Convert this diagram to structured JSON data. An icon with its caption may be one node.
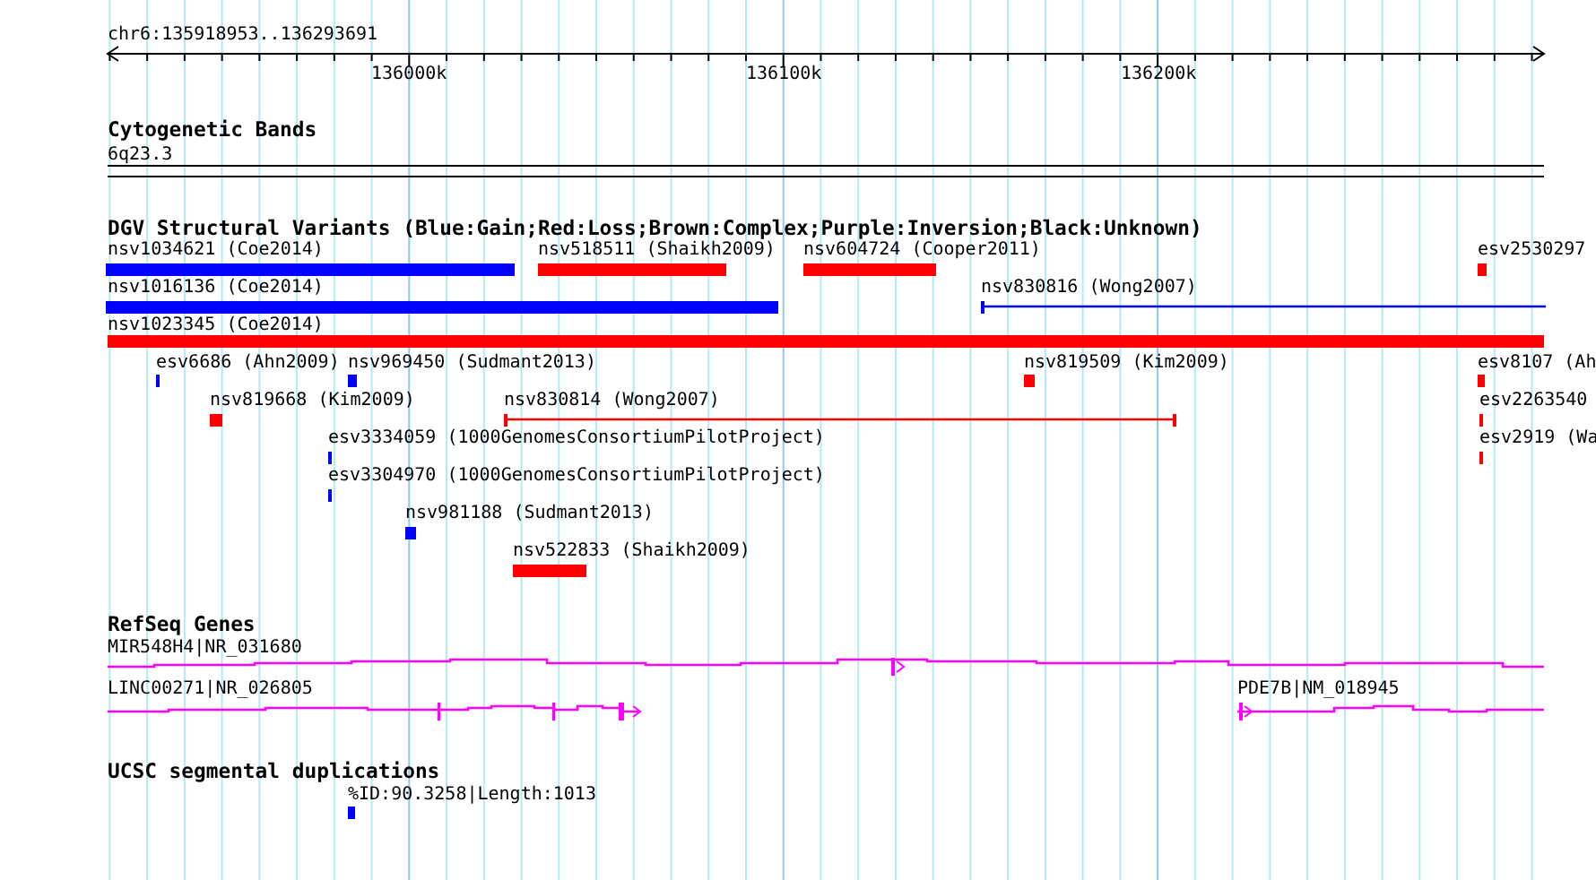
{
  "diagram": {
    "nodes": [
      {
        "text": [],
        "shape": "bar",
        "beside": [
          "6q23.3"
        ]
      },
      {
        "text": [],
        "shape": "bar",
        "beside": [
          "nsv1034621 (Coe2014)"
        ]
      },
      {
        "text": [],
        "shape": "bar",
        "beside": [
          "nsv518511 (Shaikh2009)"
        ]
      },
      {
        "text": [],
        "shape": "bar",
        "beside": [
          "nsv604724 (Cooper2011)"
        ]
      },
      {
        "text": [],
        "shape": "bar",
        "beside": [
          "esv2530297"
        ]
      },
      {
        "text": [],
        "shape": "bar",
        "beside": [
          "nsv1016136 (Coe2014)"
        ]
      },
      {
        "text": [],
        "shape": "line",
        "beside": [
          "nsv830816 (Wong2007)"
        ]
      },
      {
        "text": [],
        "shape": "bar",
        "beside": [
          "nsv1023345 (Coe2014)"
        ]
      },
      {
        "text": [],
        "shape": "bar",
        "beside": [
          "esv6686 (Ahn2009)"
        ]
      },
      {
        "text": [],
        "shape": "bar",
        "beside": [
          "nsv969450 (Sudmant2013)"
        ]
      },
      {
        "text": [],
        "shape": "bar",
        "beside": [
          "nsv819509 (Kim2009)"
        ]
      },
      {
        "text": [],
        "shape": "bar",
        "beside": [
          "esv8107 (Ah"
        ]
      },
      {
        "text": [],
        "shape": "bar",
        "beside": [
          "nsv819668 (Kim2009)"
        ]
      },
      {
        "text": [],
        "shape": "line",
        "beside": [
          "nsv830814 (Wong2007)"
        ]
      },
      {
        "text": [],
        "shape": "bar",
        "beside": [
          "esv2263540"
        ]
      },
      {
        "text": [],
        "shape": "bar",
        "beside": [
          "esv3334059 (1000GenomesConsortiumPilotProject)"
        ]
      },
      {
        "text": [],
        "shape": "bar",
        "beside": [
          "esv2919 (Wa"
        ]
      },
      {
        "text": [],
        "shape": "bar",
        "beside": [
          "esv3304970 (1000GenomesConsortiumPilotProject)"
        ]
      },
      {
        "text": [],
        "shape": "bar",
        "beside": [
          "nsv981188 (Sudmant2013)"
        ]
      },
      {
        "text": [],
        "shape": "bar",
        "beside": [
          "nsv522833 (Shaikh2009)"
        ]
      },
      {
        "text": [],
        "shape": "line",
        "beside": [
          "MIR548H4|NR_031680"
        ]
      },
      {
        "text": [],
        "shape": "line",
        "beside": [
          "LINC00271|NR_026805"
        ]
      },
      {
        "text": [],
        "shape": "line",
        "beside": [
          "PDE7B|NM_018945"
        ]
      },
      {
        "text": [],
        "shape": "bar",
        "beside": [
          "%ID:90.3258|Length:1013"
        ]
      }
    ],
    "labels": [
      "chr6:135918953..136293691",
      "136000k",
      "136100k",
      "136200k",
      "Cytogenetic Bands",
      "DGV Structural Variants (Blue:Gain;Red:Loss;Brown:Complex;Purple:Inversion;Black:Unknown)",
      "RefSeq Genes",
      "UCSC segmental duplications"
    ]
  }
}
